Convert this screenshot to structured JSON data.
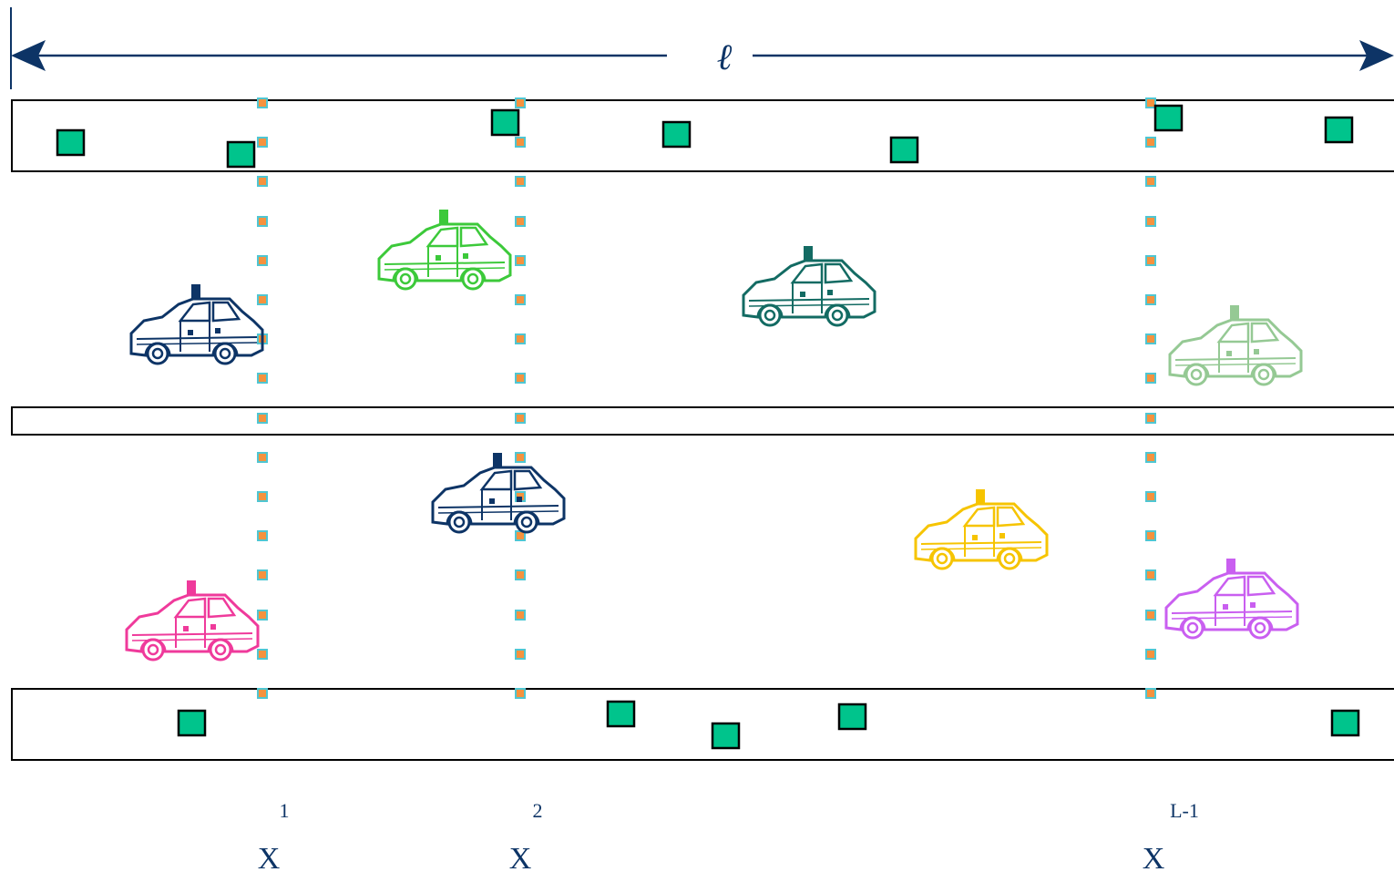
{
  "length_label": "ℓ",
  "divider_labels": [
    {
      "index_label": "1",
      "x_label": "X"
    },
    {
      "index_label": "2",
      "x_label": "X"
    },
    {
      "index_label": "L-1",
      "x_label": "X"
    }
  ],
  "colors": {
    "ink": "#0d3466",
    "node_fill": "#00c48c",
    "node_stroke": "#000000",
    "dot_fill": "#f5923e",
    "dot_border": "#4fc6d2",
    "cars": [
      "#0d3466",
      "#3cc93a",
      "#136b63",
      "#95c994",
      "#0d3466",
      "#f6c400",
      "#ef3a9b",
      "#c95ff0"
    ]
  },
  "icons": [
    "taxi-car-icon",
    "roadside-unit-icon",
    "arrow-left-icon",
    "arrow-right-icon"
  ]
}
